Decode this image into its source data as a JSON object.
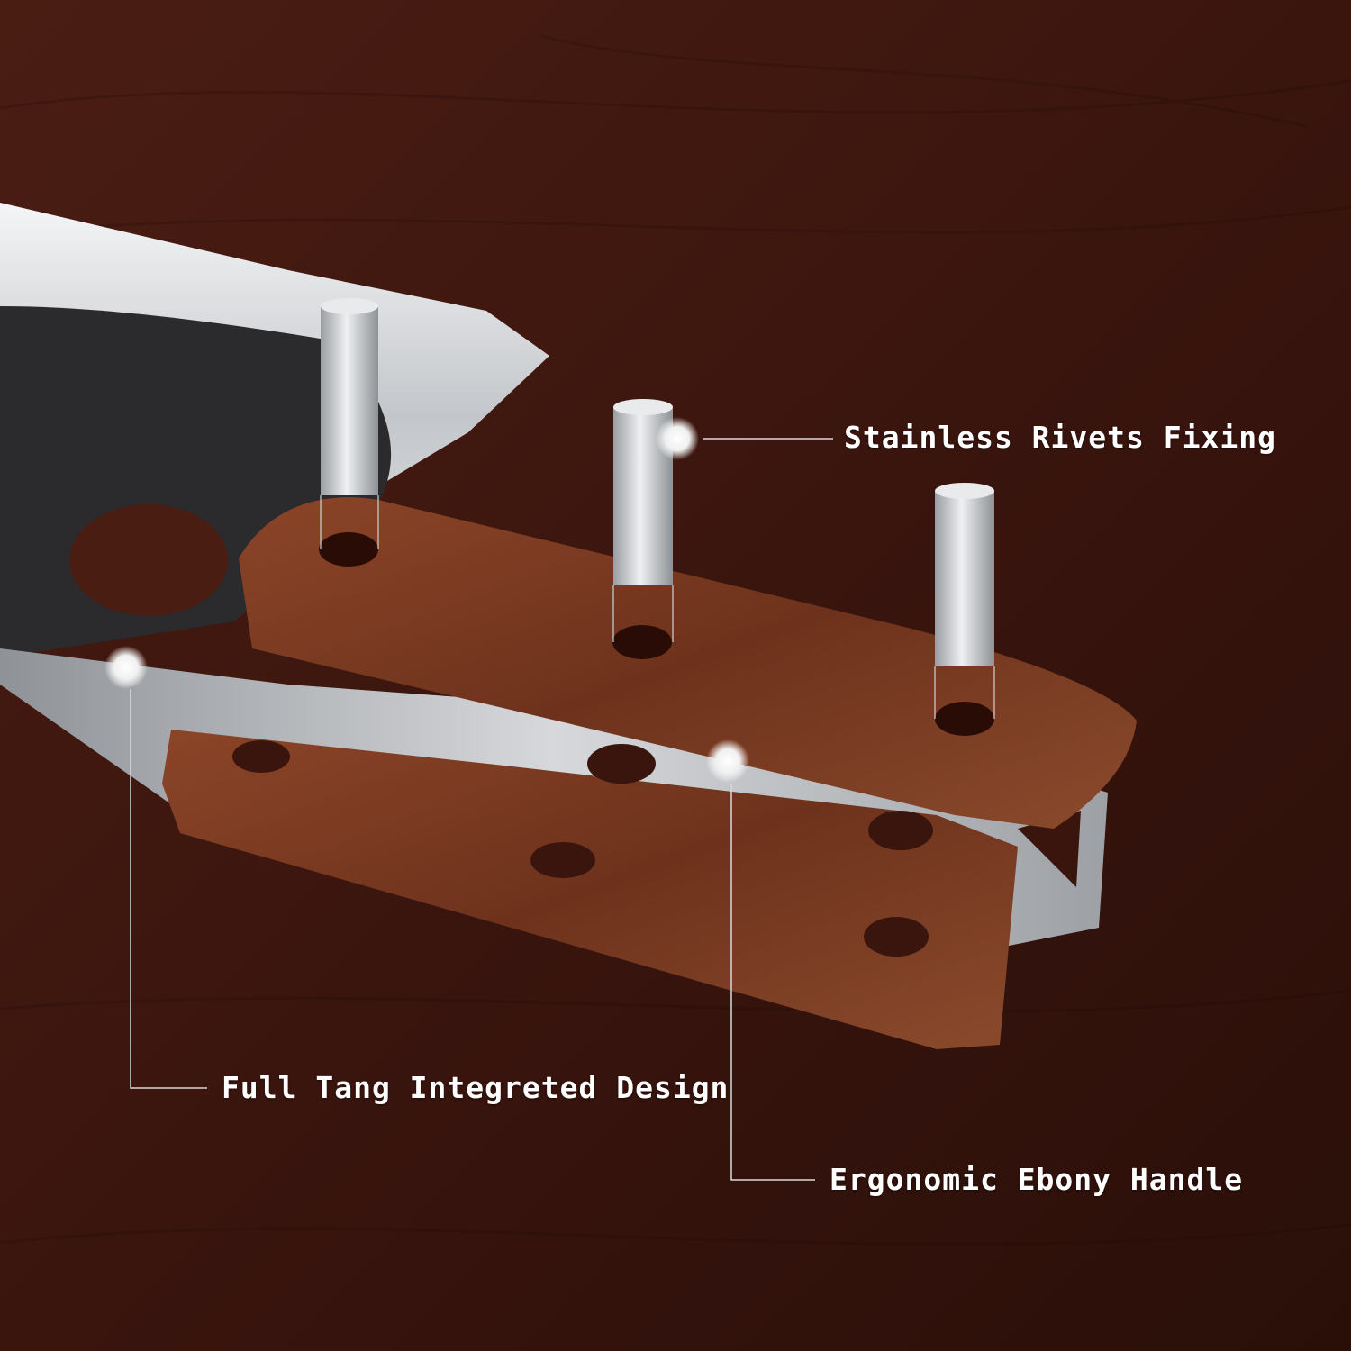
{
  "callouts": {
    "rivets": "Stainless Rivets Fixing",
    "tang": "Full Tang Integreted Design",
    "handle": "Ergonomic Ebony Handle"
  },
  "colors": {
    "background": "#3a160f",
    "wood_handle": "#7a3b22",
    "blade_steel": "#c9ccd0",
    "forged_black": "#2b2b2d",
    "label_text": "#ffffff",
    "leader_line": "#d9d9d9"
  }
}
